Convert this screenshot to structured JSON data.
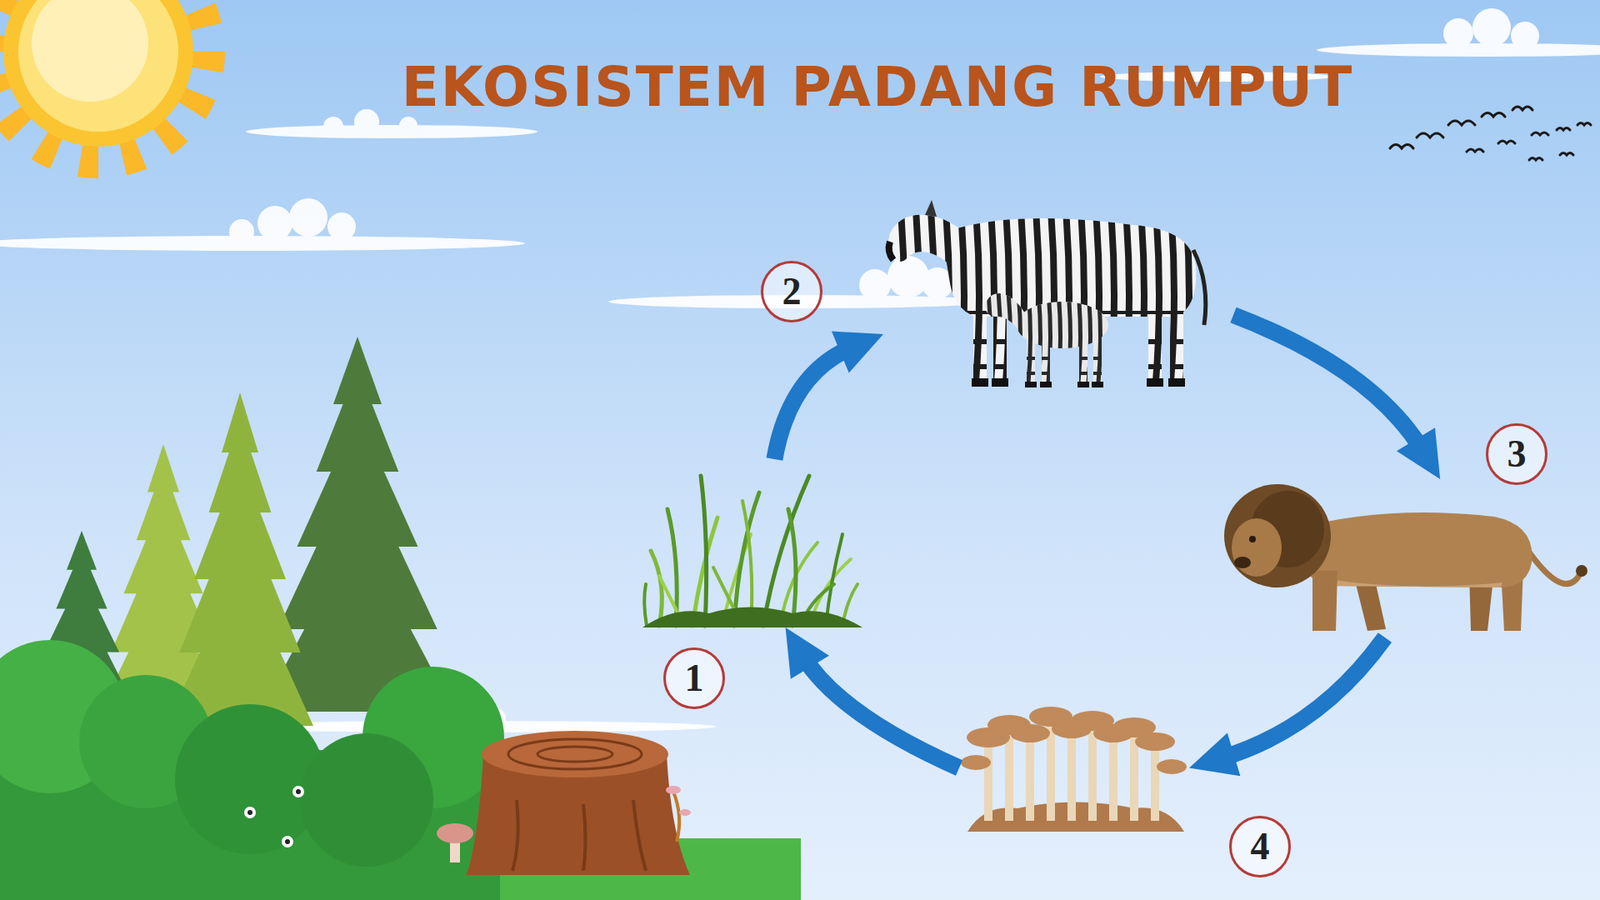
{
  "diagram": {
    "title": "EKOSISTEM PADANG RUMPUT",
    "nodes": [
      {
        "text": [
          "1"
        ]
      },
      {
        "text": [
          "2"
        ]
      },
      {
        "text": [
          "3"
        ]
      },
      {
        "text": [
          "4"
        ]
      }
    ],
    "edges": [
      {
        "from": 0,
        "to": 1,
        "arrow": "to"
      },
      {
        "from": 1,
        "to": 2,
        "arrow": "to"
      },
      {
        "from": 2,
        "to": 3,
        "arrow": "to"
      },
      {
        "from": 3,
        "to": 0,
        "arrow": "to"
      }
    ]
  }
}
